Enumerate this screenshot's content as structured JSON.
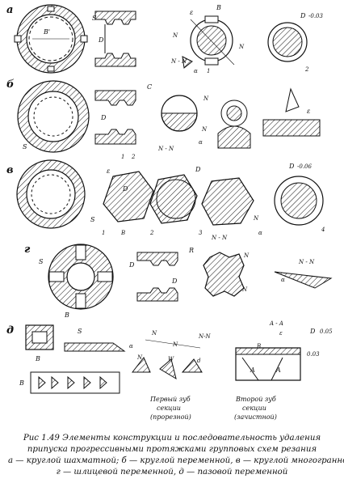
{
  "rows": [
    {
      "letter": "а",
      "labels": [
        "S",
        "B'",
        "D",
        "ε",
        "B",
        "N",
        "N",
        "N - N",
        "α",
        "1",
        "2",
        "D",
        "-0.03"
      ]
    },
    {
      "letter": "б",
      "labels": [
        "S",
        "D",
        "C",
        "N",
        "N",
        "N - N",
        "α",
        "1",
        "2",
        "ε"
      ]
    },
    {
      "letter": "в",
      "labels": [
        "S",
        "ε",
        "D",
        "D",
        "D",
        "-0.06",
        "1",
        "2",
        "3",
        "4",
        "N - N",
        "N",
        "α",
        "B"
      ]
    },
    {
      "letter": "г",
      "labels": [
        "S",
        "B",
        "R",
        "N",
        "N",
        "N - N",
        "α",
        "D",
        "D"
      ]
    },
    {
      "letter": "д",
      "labels": [
        "S",
        "B",
        "B",
        "N",
        "N",
        "N-N",
        "α",
        "N",
        "W",
        "d",
        "A",
        "A",
        "A - A",
        "ε",
        "B",
        "D",
        "0.05",
        "0.03"
      ]
    }
  ],
  "annotations": {
    "first_tooth": [
      "Первый зуб",
      "секции",
      "(прорезной)"
    ],
    "second_tooth": [
      "Второй зуб",
      "секции",
      "(зачистной)"
    ]
  },
  "caption": {
    "line1": "Рис 1.49 Элементы конструкции и последовательность удаления",
    "line2": "припуска прогрессивными протяжками групповых схем резания",
    "line3": "а — круглой шахматной; б — круглой переменной, в — круглой многогранной,",
    "line4": "г — шлицевой переменной, д — пазовой переменной"
  }
}
